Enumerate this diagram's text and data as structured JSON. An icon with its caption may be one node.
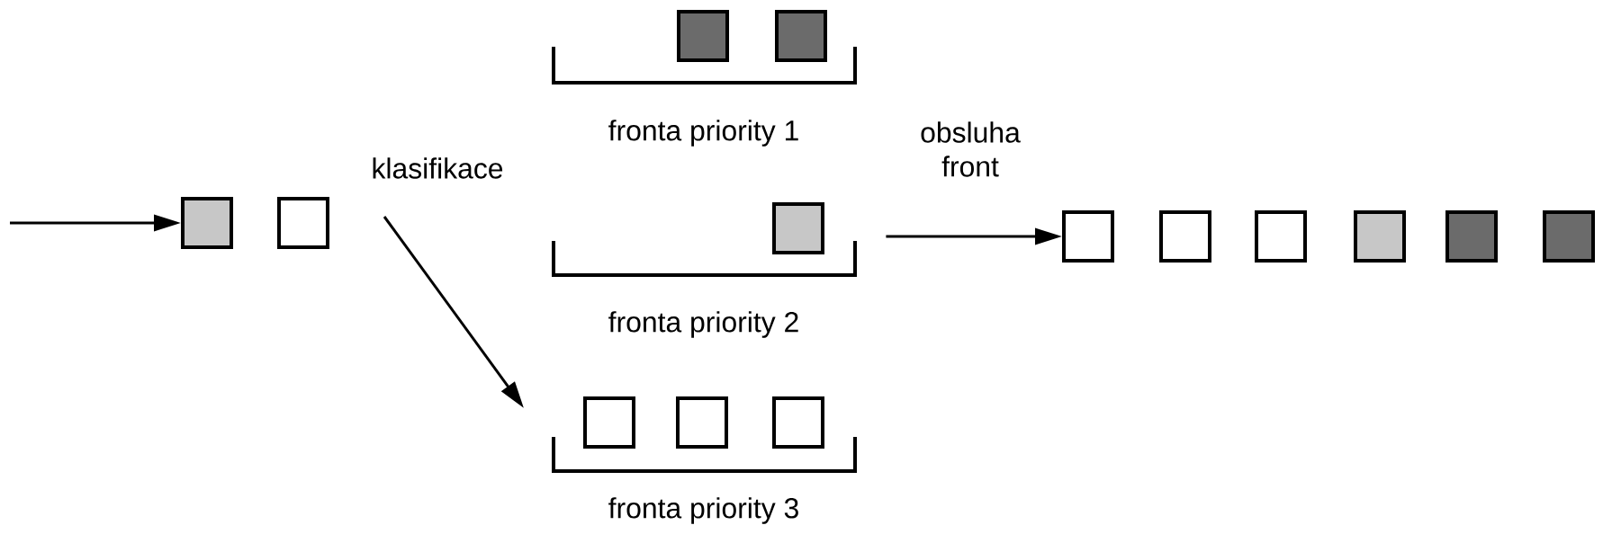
{
  "diagram": {
    "nodes": [
      {
        "text": [],
        "shape": "box"
      },
      {
        "text": [],
        "shape": "box"
      },
      {
        "text": [
          "fronta priority 1"
        ]
      },
      {
        "text": [],
        "shape": "box"
      },
      {
        "text": [],
        "shape": "box"
      },
      {
        "text": [
          "fronta priority 2"
        ]
      },
      {
        "text": [],
        "shape": "box"
      },
      {
        "text": [
          "fronta priority 3"
        ]
      },
      {
        "text": [],
        "shape": "box"
      },
      {
        "text": [],
        "shape": "box"
      },
      {
        "text": [],
        "shape": "box"
      },
      {
        "text": [],
        "shape": "box"
      },
      {
        "text": [],
        "shape": "box"
      },
      {
        "text": [],
        "shape": "box"
      },
      {
        "text": [],
        "shape": "box"
      },
      {
        "text": [],
        "shape": "box"
      },
      {
        "text": [],
        "shape": "box"
      }
    ],
    "edges": [
      {
        "from": null,
        "to": 0,
        "arrow": "to"
      },
      {
        "from": null,
        "to": 7,
        "arrow": "to",
        "label": "klasifikace"
      },
      {
        "from": 5,
        "to": 11,
        "arrow": "to",
        "label": "obsluha front"
      }
    ]
  }
}
